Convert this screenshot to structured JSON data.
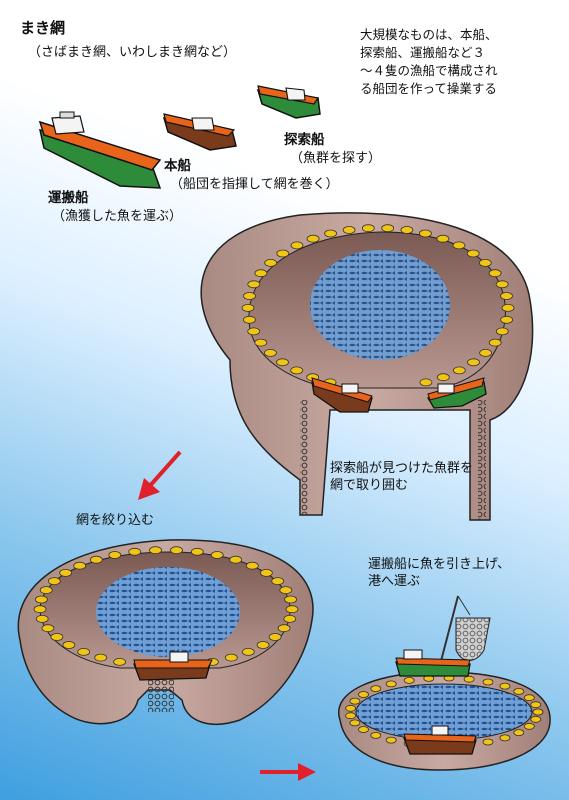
{
  "title": "まき網",
  "subtitle": "（さばまき網、いわしまき網など）",
  "intro": [
    "大規模なものは、本船、",
    "探索船、運搬船など３",
    "〜４隻の漁船で構成され",
    "る船団を作って操業する"
  ],
  "ships": {
    "search": {
      "name": "探索船",
      "role": "（魚群を探す）"
    },
    "main": {
      "name": "本船",
      "role": "（船団を指揮して網を巻く）"
    },
    "carrier": {
      "name": "運搬船",
      "role": "（漁獲した魚を運ぶ）"
    }
  },
  "steps": {
    "surround": [
      "探索船が見つけた魚群を",
      "網で取り囲む"
    ],
    "tighten": "網を絞り込む",
    "haul": [
      "運搬船に魚を引き上げ、",
      "港へ運ぶ"
    ]
  },
  "colors": {
    "hull_orange": "#e8641a",
    "hull_green": "#2e8b3a",
    "hull_brown": "#7a3b1c",
    "net": "#b09088",
    "float": "#f2c413",
    "fish": "#3b6fb3",
    "arrow": "#e0202a"
  }
}
